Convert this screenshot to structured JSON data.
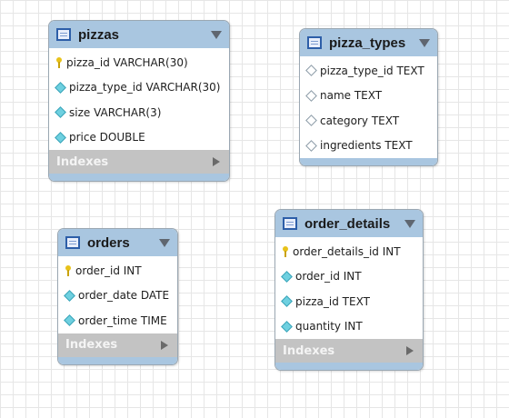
{
  "tables": {
    "pizzas": {
      "title": "pizzas",
      "columns": [
        {
          "label": "pizza_id VARCHAR(30)",
          "kind": "primary-key"
        },
        {
          "label": "pizza_type_id VARCHAR(30)",
          "kind": "column"
        },
        {
          "label": "size VARCHAR(3)",
          "kind": "column"
        },
        {
          "label": "price DOUBLE",
          "kind": "column"
        }
      ],
      "indexes_label": "Indexes"
    },
    "pizza_types": {
      "title": "pizza_types",
      "columns": [
        {
          "label": "pizza_type_id TEXT",
          "kind": "nullable-column"
        },
        {
          "label": "name TEXT",
          "kind": "nullable-column"
        },
        {
          "label": "category TEXT",
          "kind": "nullable-column"
        },
        {
          "label": "ingredients TEXT",
          "kind": "nullable-column"
        }
      ]
    },
    "orders": {
      "title": "orders",
      "columns": [
        {
          "label": "order_id INT",
          "kind": "primary-key"
        },
        {
          "label": "order_date DATE",
          "kind": "column"
        },
        {
          "label": "order_time TIME",
          "kind": "column"
        }
      ],
      "indexes_label": "Indexes"
    },
    "order_details": {
      "title": "order_details",
      "columns": [
        {
          "label": "order_details_id INT",
          "kind": "primary-key"
        },
        {
          "label": "order_id INT",
          "kind": "column"
        },
        {
          "label": "pizza_id TEXT",
          "kind": "column"
        },
        {
          "label": "quantity INT",
          "kind": "column"
        }
      ],
      "indexes_label": "Indexes"
    }
  },
  "colors": {
    "header": "#a9c6e0",
    "indexes_bar": "#c3c3c3",
    "column_icon": "#6ed0e0",
    "key_icon": "#e8c21a"
  }
}
